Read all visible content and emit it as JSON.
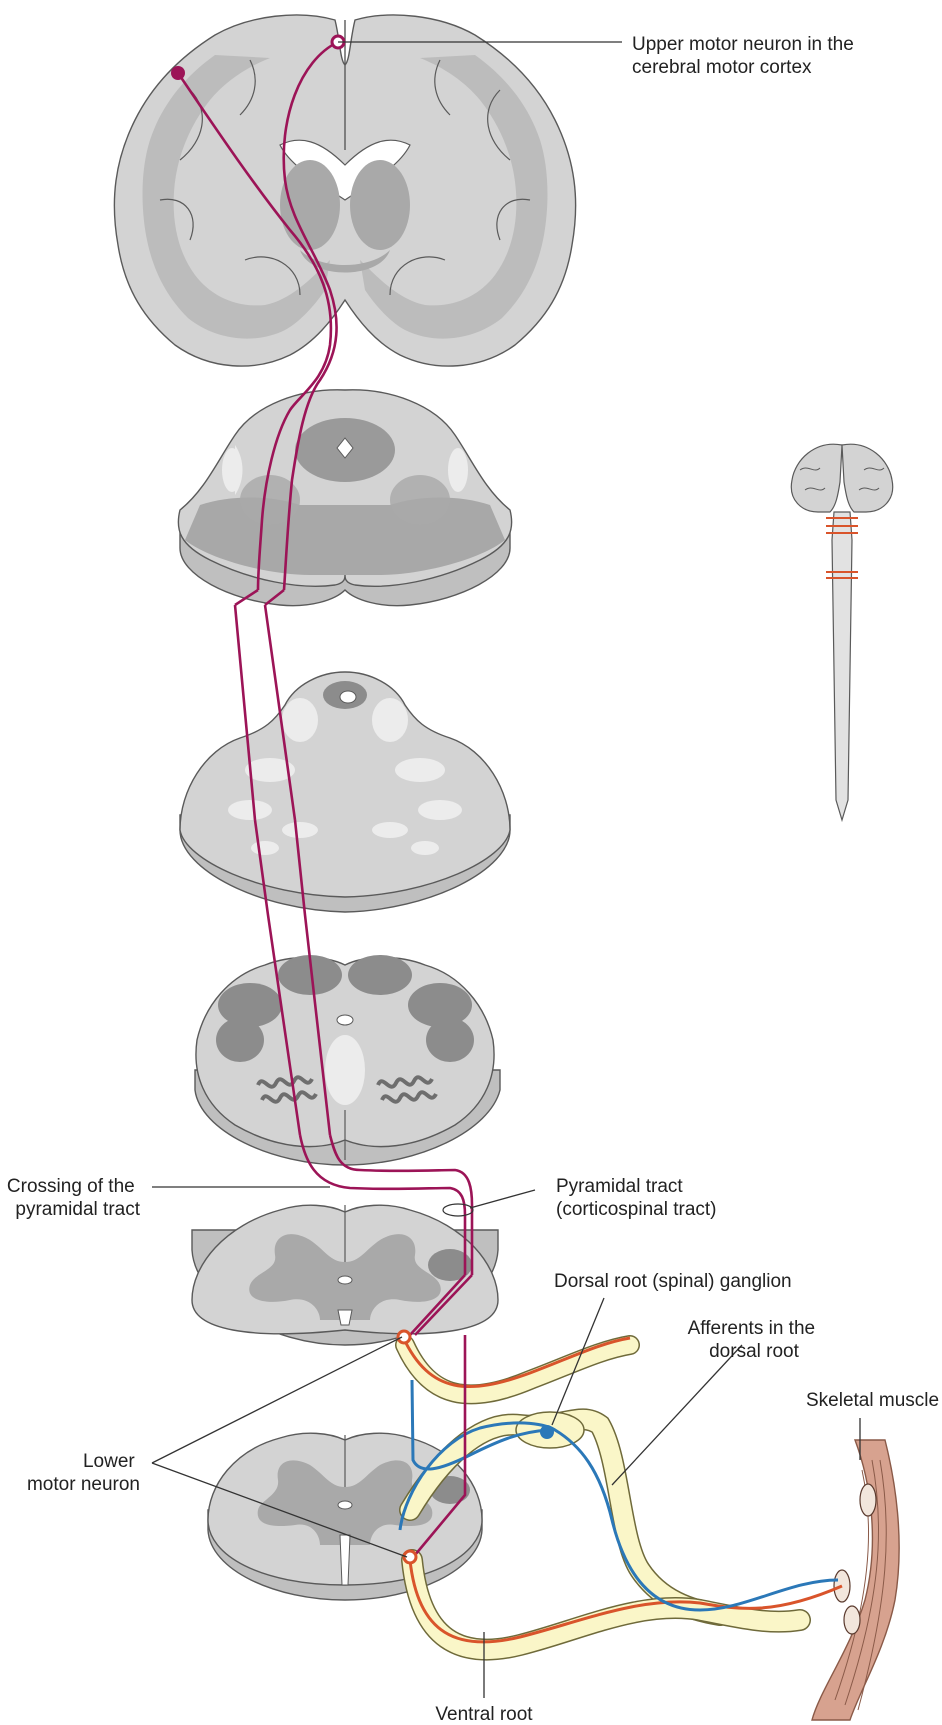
{
  "colors": {
    "upper_motor_tract": "#9c1457",
    "lower_motor_neuron": "#d9542b",
    "afferent": "#2b78b8",
    "nerve_sheath": "#faf6c8",
    "muscle": "#d7a28f",
    "gray_matter": "#a9a9a9",
    "white_matter": "#d3d3d3"
  },
  "labels": {
    "upper_motor_neuron": [
      "Upper motor neuron in the",
      "cerebral motor cortex"
    ],
    "crossing": [
      "Crossing of the",
      "pyramidal tract"
    ],
    "pyramidal_tract": [
      "Pyramidal tract",
      "(corticospinal tract)"
    ],
    "dorsal_root_ganglion": [
      "Dorsal root (spinal) ganglion"
    ],
    "afferents": [
      "Afferents in the",
      "dorsal root"
    ],
    "skeletal_muscle": [
      "Skeletal muscle"
    ],
    "lower_motor_neuron": [
      "Lower",
      "motor neuron"
    ],
    "ventral_root": [
      "Ventral root"
    ]
  }
}
